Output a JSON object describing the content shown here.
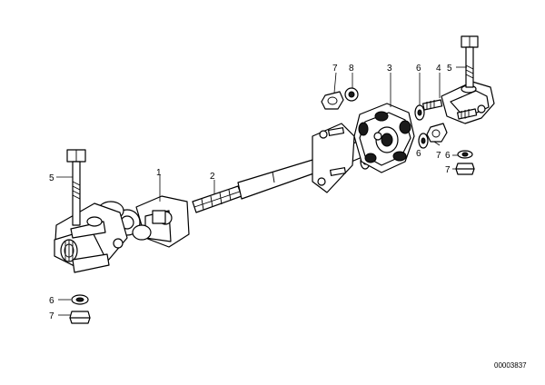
{
  "callouts": {
    "c1": "1",
    "c2": "2",
    "c3": "3",
    "c4": "4",
    "c5_left": "5",
    "c5_right": "5",
    "c6_left": "6",
    "c6_right": "6",
    "c6_top": "6",
    "c6_flange": "6",
    "c7_left": "7",
    "c7_right": "7",
    "c7_top": "7",
    "c7_lower": "7",
    "c8": "8"
  },
  "doc_number": "00003837"
}
